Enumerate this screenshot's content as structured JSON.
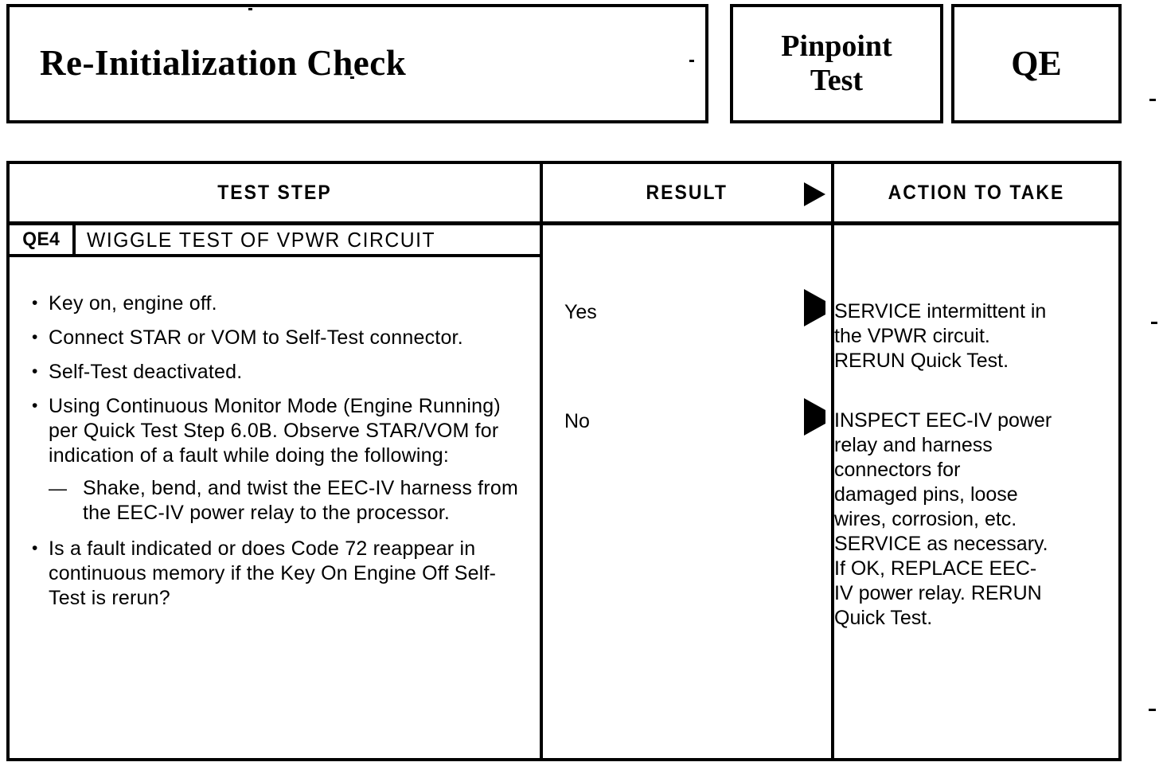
{
  "header": {
    "title": "Re-Initialization Check",
    "pinpoint_line1": "Pinpoint",
    "pinpoint_line2": "Test",
    "code": "QE"
  },
  "table": {
    "columns": {
      "test_step": "TEST STEP",
      "result": "RESULT",
      "action": "ACTION TO TAKE"
    },
    "arrow_icon": "right-triangle-arrow",
    "step": {
      "id": "QE4",
      "title": "WIGGLE TEST OF VPWR CIRCUIT",
      "bullets": [
        "Key on, engine off.",
        "Connect STAR or VOM to Self-Test connector.",
        "Self-Test deactivated.",
        "Using Continuous Monitor Mode (Engine Running) per Quick Test Step 6.0B. Observe STAR/VOM for indication of a fault while doing the following:",
        "Is a fault indicated or does Code 72 reappear in continuous memory if the Key On Engine Off Self-Test is rerun?"
      ],
      "sub_bullet": "Shake, bend, and twist the EEC-IV harness from the EEC-IV power relay to the processor."
    },
    "rows": [
      {
        "result": "Yes",
        "action_lines": [
          "SERVICE intermittent in",
          "the VPWR circuit.",
          "RERUN Quick Test."
        ]
      },
      {
        "result": "No",
        "action_lines": [
          "INSPECT EEC-IV power",
          "relay and harness",
          "connectors for",
          "damaged pins, loose",
          "wires, corrosion, etc.",
          "SERVICE as necessary.",
          "If OK, REPLACE EEC-",
          "IV power relay. RERUN",
          "Quick Test."
        ]
      }
    ]
  },
  "colors": {
    "ink": "#000000",
    "paper": "#ffffff"
  }
}
